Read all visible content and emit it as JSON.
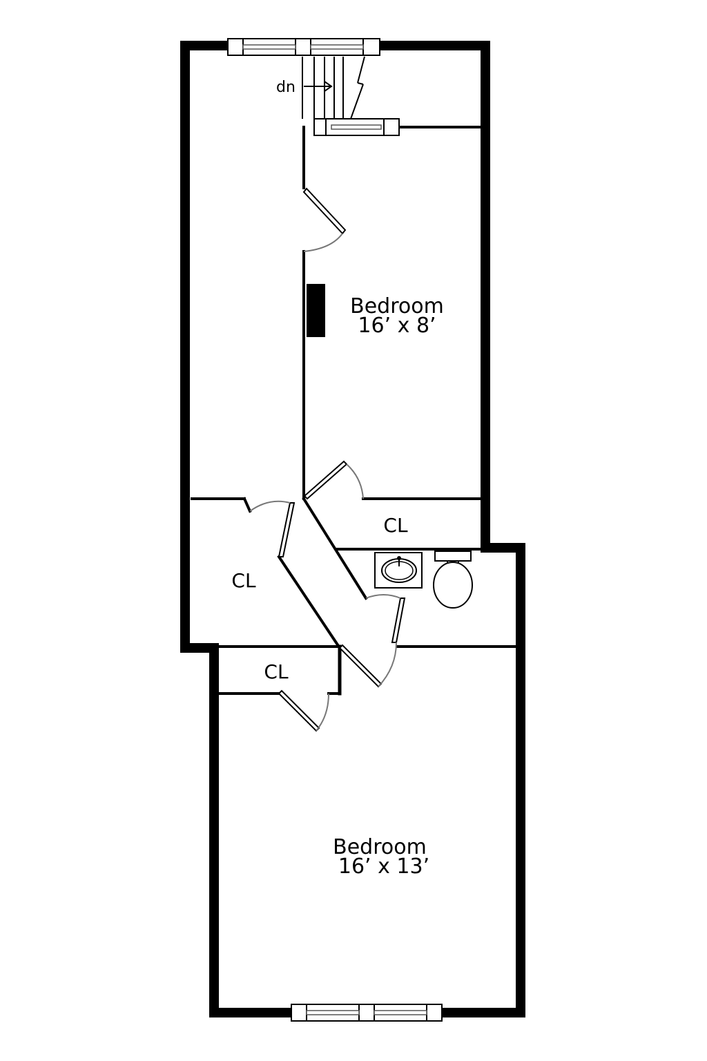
{
  "colors": {
    "wall": "#000000",
    "background": "#ffffff",
    "door_arc": "#777777"
  },
  "stairs": {
    "label": "dn",
    "icon": "stair-arrow-icon"
  },
  "rooms": [
    {
      "name": "Bedroom",
      "dimensions": "16’ x 8’"
    },
    {
      "name": "Bedroom",
      "dimensions": "16’ x 13’"
    }
  ],
  "closets": [
    {
      "label": "CL"
    },
    {
      "label": "CL"
    },
    {
      "label": "CL"
    }
  ],
  "fixtures": {
    "sink_icon": "sink-icon",
    "toilet_icon": "toilet-icon",
    "chimney_icon": "chimney-icon"
  }
}
